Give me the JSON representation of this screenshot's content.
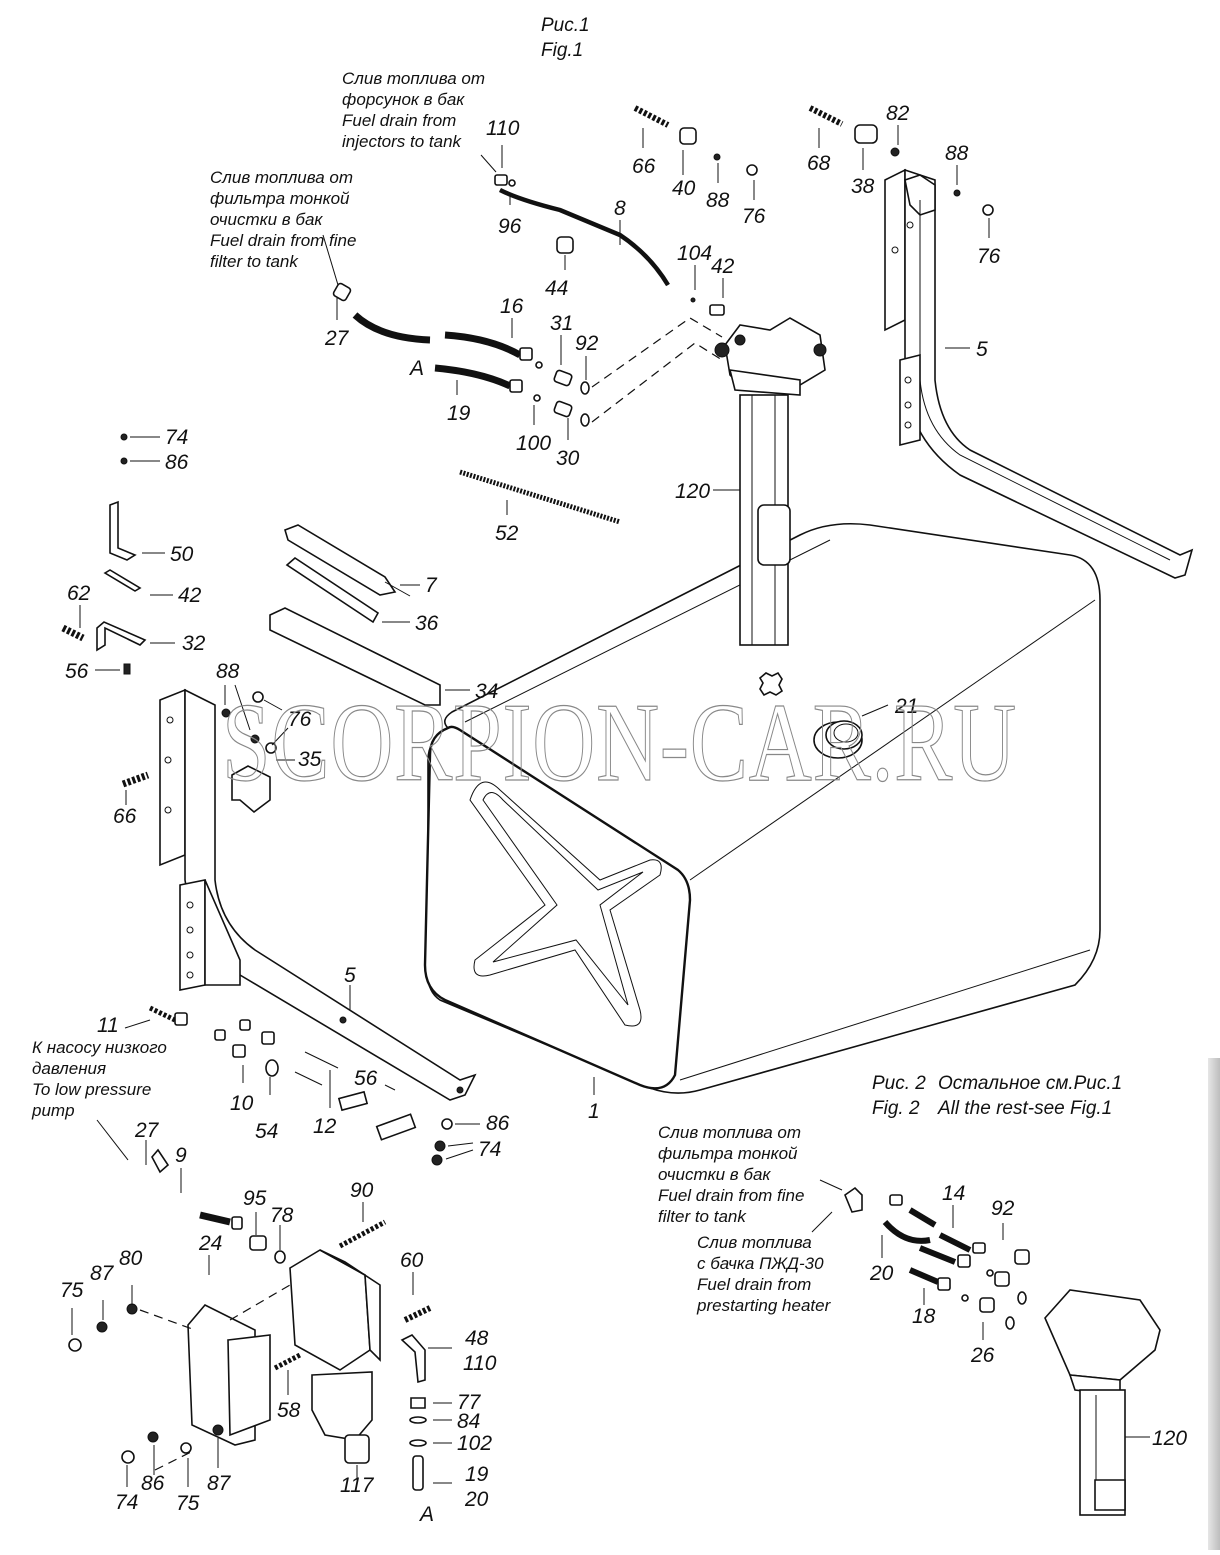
{
  "figure1": {
    "title_ru": "Рис.1",
    "title_en": "Fig.1"
  },
  "figure2": {
    "title_ru": "Рис. 2",
    "note_ru": "Остальное см.Рис.1",
    "title_en": "Fig. 2",
    "note_en": "All the rest-see Fig.1"
  },
  "watermark": "SCORPION-CAR.RU",
  "captions": {
    "injectors_drain": [
      "Слив топлива от",
      "форсунок в бак",
      "Fuel drain from",
      "injectors to tank"
    ],
    "fine_filter_drain": [
      "Слив топлива от",
      "фильтра тонкой",
      "очистки в бак",
      "Fuel drain from fine",
      "filter to tank"
    ],
    "low_pressure_pump": [
      "К насосу низкого",
      "давления",
      "To low pressure",
      "pump"
    ],
    "fine_filter_drain_fig2": [
      "Слив топлива от",
      "фильтра тонкой",
      "очистки в бак",
      "Fuel drain from fine",
      "filter to tank"
    ],
    "heater_drain_fig2": [
      "Слив топлива",
      "с бачка ПЖД-30",
      "Fuel drain from",
      "prestarting heater"
    ]
  },
  "callouts": [
    "110",
    "96",
    "66",
    "40",
    "88",
    "76",
    "8",
    "44",
    "68",
    "38",
    "82",
    "88",
    "76",
    "104",
    "42",
    "27",
    "16",
    "31",
    "92",
    "A",
    "19",
    "100",
    "30",
    "120",
    "5",
    "52",
    "74",
    "86",
    "50",
    "42",
    "7",
    "36",
    "62",
    "32",
    "56",
    "34",
    "88",
    "76",
    "66",
    "35",
    "21",
    "5",
    "11",
    "10",
    "54",
    "12",
    "56",
    "86",
    "74",
    "1",
    "27",
    "9",
    "95",
    "78",
    "90",
    "60",
    "24",
    "80",
    "87",
    "75",
    "48",
    "110",
    "58",
    "77",
    "84",
    "102",
    "19",
    "20",
    "117",
    "A",
    "74",
    "86",
    "75",
    "87",
    "14",
    "92",
    "20",
    "18",
    "26",
    "120"
  ]
}
